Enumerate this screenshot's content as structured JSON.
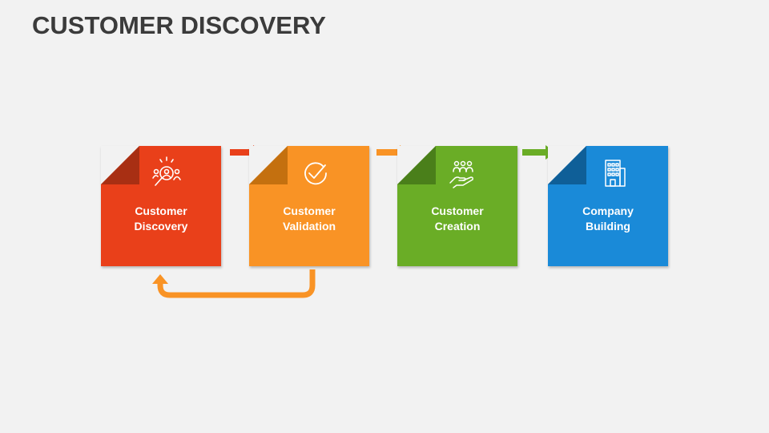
{
  "title": "CUSTOMER DISCOVERY",
  "steps": [
    {
      "line1": "Customer",
      "line2": "Discovery",
      "color": "#e9401a",
      "fold_color": "#a82f13",
      "icon": "search-users-icon"
    },
    {
      "line1": "Customer",
      "line2": "Validation",
      "color": "#f99325",
      "fold_color": "#c4700f",
      "icon": "check-badge-icon"
    },
    {
      "line1": "Customer",
      "line2": "Creation",
      "color": "#6aad26",
      "fold_color": "#4a7f1a",
      "icon": "hand-group-icon"
    },
    {
      "line1": "Company",
      "line2": "Building",
      "color": "#1a8ad8",
      "fold_color": "#0f5f98",
      "icon": "building-icon"
    }
  ],
  "arrows": [
    {
      "color": "#e9401a"
    },
    {
      "color": "#f99325"
    },
    {
      "color": "#6aad26"
    }
  ],
  "loop_arrow": {
    "color": "#f99325"
  }
}
